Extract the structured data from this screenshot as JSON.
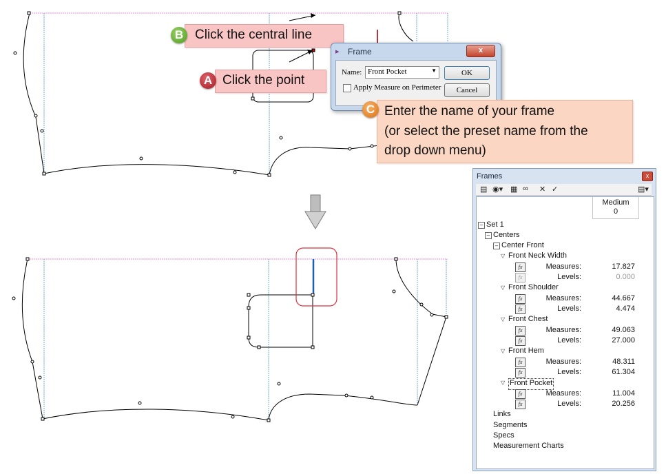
{
  "callouts": {
    "b": {
      "badge": "B",
      "text": "Click the central line"
    },
    "a": {
      "badge": "A",
      "text": "Click the point"
    },
    "c": {
      "badge": "C",
      "line1": "Enter the name of your frame",
      "line2": "(or select the preset name from the",
      "line3": "drop down menu)"
    }
  },
  "dialog": {
    "title": "Frame",
    "close_label": "x",
    "name_label": "Name:",
    "name_value": "Front Pocket",
    "ok_label": "OK",
    "cancel_label": "Cancel",
    "checkbox_label": "Apply Measure on Perimeter"
  },
  "panel": {
    "title": "Frames",
    "close_label": "x",
    "column": {
      "name": "Medium",
      "value": "0"
    },
    "tree": {
      "set": "Set 1",
      "centers": "Centers",
      "center_front": "Center Front",
      "items": [
        {
          "name": "Front Neck Width",
          "measures": "17.827",
          "levels": "0.000"
        },
        {
          "name": "Front Shoulder",
          "measures": "44.667",
          "levels": "4.474"
        },
        {
          "name": "Front Chest",
          "measures": "49.063",
          "levels": "27.000"
        },
        {
          "name": "Front Hem",
          "measures": "48.311",
          "levels": "61.304"
        },
        {
          "name": "Front Pocket",
          "measures": "11.004",
          "levels": "20.256"
        }
      ],
      "measures_label": "Measures:",
      "levels_label": "Levels:",
      "links": "Links",
      "segments": "Segments",
      "specs": "Specs",
      "measurement_charts": "Measurement Charts"
    }
  },
  "colors": {
    "guide_pink": "#f28ad6",
    "guide_blue": "#6fa8e0",
    "callout_pink": "#f9c4c4",
    "highlight_red": "#d8323c"
  }
}
